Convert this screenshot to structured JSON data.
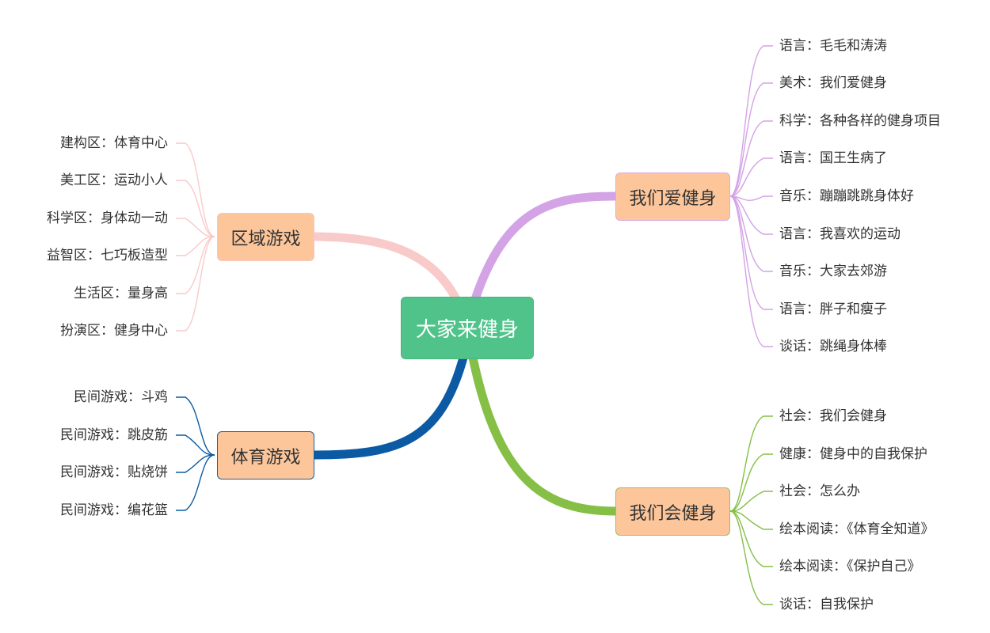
{
  "center": {
    "label": "大家来健身"
  },
  "branches": {
    "zone": {
      "label": "区域游戏",
      "color": "#f9caca",
      "leaves": [
        "建构区：体育中心",
        "美工区：运动小人",
        "科学区：身体动一动",
        "益智区：七巧板造型",
        "生活区：量身高",
        "扮演区：健身中心"
      ]
    },
    "sport": {
      "label": "体育游戏",
      "color": "#0b5aa3",
      "leaves": [
        "民间游戏：斗鸡",
        "民间游戏：跳皮筋",
        "民间游戏：贴烧饼",
        "民间游戏：编花篮"
      ]
    },
    "love": {
      "label": "我们爱健身",
      "color": "#d3a3e6",
      "leaves": [
        "语言：毛毛和涛涛",
        "美术：我们爱健身",
        "科学：各种各样的健身项目",
        "语言：国王生病了",
        "音乐：蹦蹦跳跳身体好",
        "语言：我喜欢的运动",
        "音乐：大家去郊游",
        "语言：胖子和瘦子",
        "谈话：跳绳身体棒"
      ]
    },
    "will": {
      "label": "我们会健身",
      "color": "#86bf45",
      "leaves": [
        "社会：我们会健身",
        "健康：健身中的自我保护",
        "社会：怎么办",
        "绘本阅读：《体育全知道》",
        "绘本阅读：《保护自己》",
        "谈话：自我保护"
      ]
    }
  }
}
